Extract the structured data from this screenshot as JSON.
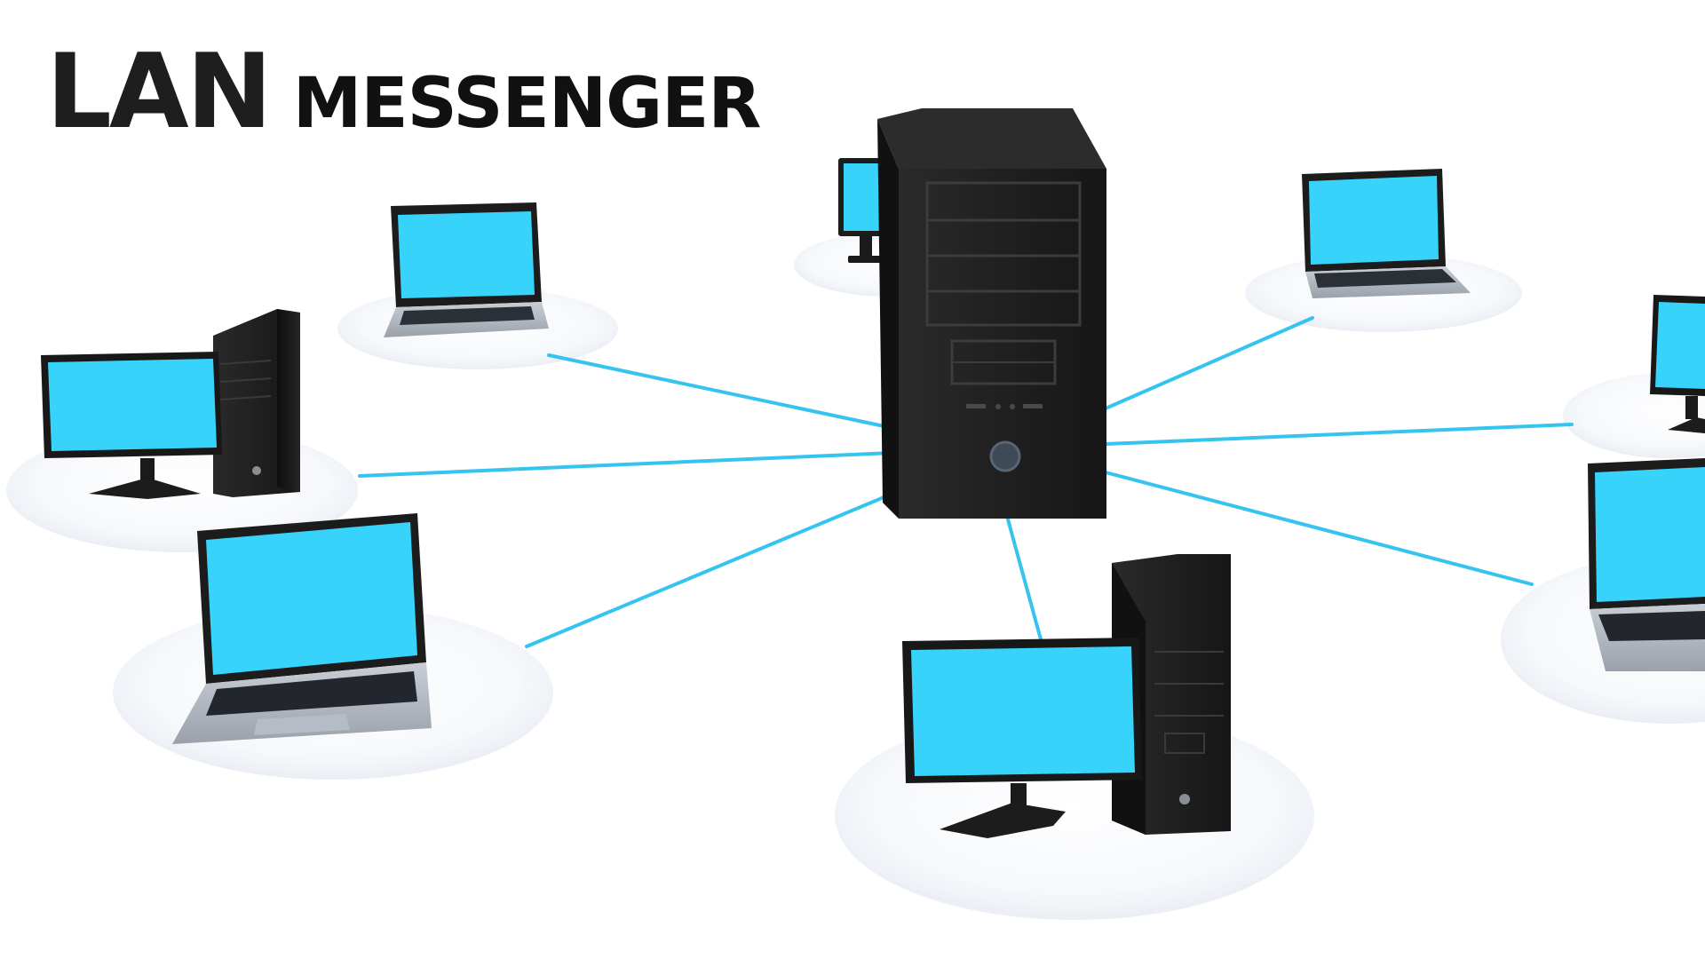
{
  "title": {
    "word1": "LAN",
    "word2": "MESSENGER"
  },
  "colors": {
    "background": "#ffffff",
    "link": "#35c3ef",
    "screen": "#38d3fb",
    "case": "#1f1f1f",
    "pedestal": "#eef1f6"
  },
  "nodes": [
    {
      "id": "laptop-upper-left",
      "kind": "laptop"
    },
    {
      "id": "desktop-left",
      "kind": "desktop"
    },
    {
      "id": "laptop-lower-left",
      "kind": "laptop"
    },
    {
      "id": "monitor-behind-server",
      "kind": "monitor"
    },
    {
      "id": "laptop-upper-right",
      "kind": "laptop"
    },
    {
      "id": "monitor-right",
      "kind": "monitor"
    },
    {
      "id": "laptop-right",
      "kind": "laptop"
    },
    {
      "id": "desktop-bottom",
      "kind": "desktop"
    }
  ],
  "hub": {
    "id": "central-server",
    "kind": "server-tower"
  }
}
